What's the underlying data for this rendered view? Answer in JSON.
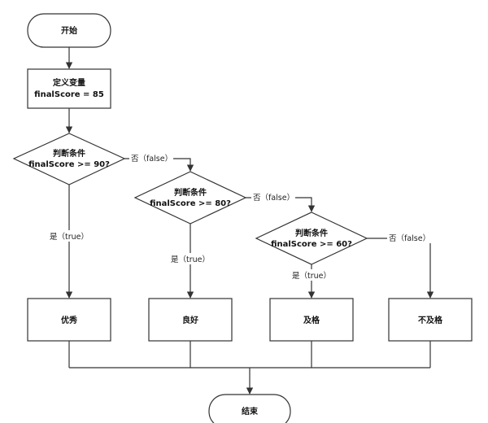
{
  "nodes": {
    "start": "开始",
    "define": {
      "line1": "定义变量",
      "line2": "finalScore = 85"
    },
    "cond90": {
      "line1": "判断条件",
      "line2": "finalScore >= 90?"
    },
    "cond80": {
      "line1": "判断条件",
      "line2": "finalScore >= 80?"
    },
    "cond60": {
      "line1": "判断条件",
      "line2": "finalScore >= 60?"
    },
    "excellent": "优秀",
    "good": "良好",
    "pass": "及格",
    "fail": "不及格",
    "end": "结束"
  },
  "edges": {
    "cond90_true": "是（true）",
    "cond90_false": "否（false）",
    "cond80_true": "是（true）",
    "cond80_false": "否（false）",
    "cond60_true": "是（true）",
    "cond60_false": "否（false）"
  }
}
